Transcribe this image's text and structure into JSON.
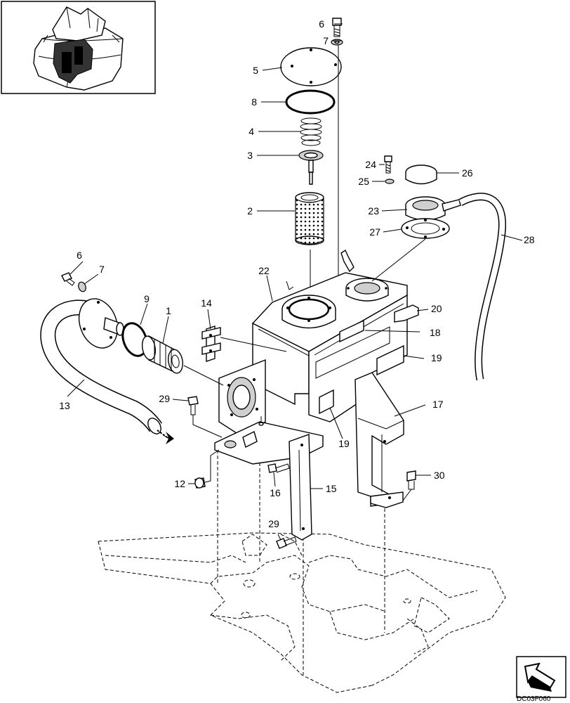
{
  "drawing_code": "DC03F060",
  "callouts": [
    {
      "id": "c1",
      "label": "1"
    },
    {
      "id": "c2",
      "label": "2"
    },
    {
      "id": "c3",
      "label": "3"
    },
    {
      "id": "c4",
      "label": "4"
    },
    {
      "id": "c5",
      "label": "5"
    },
    {
      "id": "c6a",
      "label": "6"
    },
    {
      "id": "c6b",
      "label": "6"
    },
    {
      "id": "c7a",
      "label": "7"
    },
    {
      "id": "c7b",
      "label": "7"
    },
    {
      "id": "c8",
      "label": "8"
    },
    {
      "id": "c9",
      "label": "9"
    },
    {
      "id": "c12",
      "label": "12"
    },
    {
      "id": "c13",
      "label": "13"
    },
    {
      "id": "c14",
      "label": "14"
    },
    {
      "id": "c15",
      "label": "15"
    },
    {
      "id": "c16",
      "label": "16"
    },
    {
      "id": "c17",
      "label": "17"
    },
    {
      "id": "c18",
      "label": "18"
    },
    {
      "id": "c19a",
      "label": "19"
    },
    {
      "id": "c19b",
      "label": "19"
    },
    {
      "id": "c20",
      "label": "20"
    },
    {
      "id": "c22",
      "label": "22"
    },
    {
      "id": "c23",
      "label": "23"
    },
    {
      "id": "c24",
      "label": "24"
    },
    {
      "id": "c25",
      "label": "25"
    },
    {
      "id": "c26",
      "label": "26"
    },
    {
      "id": "c27",
      "label": "27"
    },
    {
      "id": "c28",
      "label": "28"
    },
    {
      "id": "c29a",
      "label": "29"
    },
    {
      "id": "c29b",
      "label": "29"
    },
    {
      "id": "c30",
      "label": "30"
    }
  ],
  "icons": {
    "locator": "machine-locator-icon",
    "orientation": "front-direction-arrow-icon",
    "flow": "flow-direction-arrow-icon"
  }
}
